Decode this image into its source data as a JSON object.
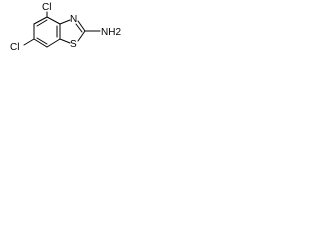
{
  "molecule": {
    "atoms": {
      "cl_top": "Cl",
      "cl_left": "Cl",
      "n_ring": "N",
      "s_ring": "S",
      "amine": "NH2"
    }
  },
  "colors": {
    "bond": "#000000",
    "label": "#000000",
    "background": "#ffffff"
  }
}
